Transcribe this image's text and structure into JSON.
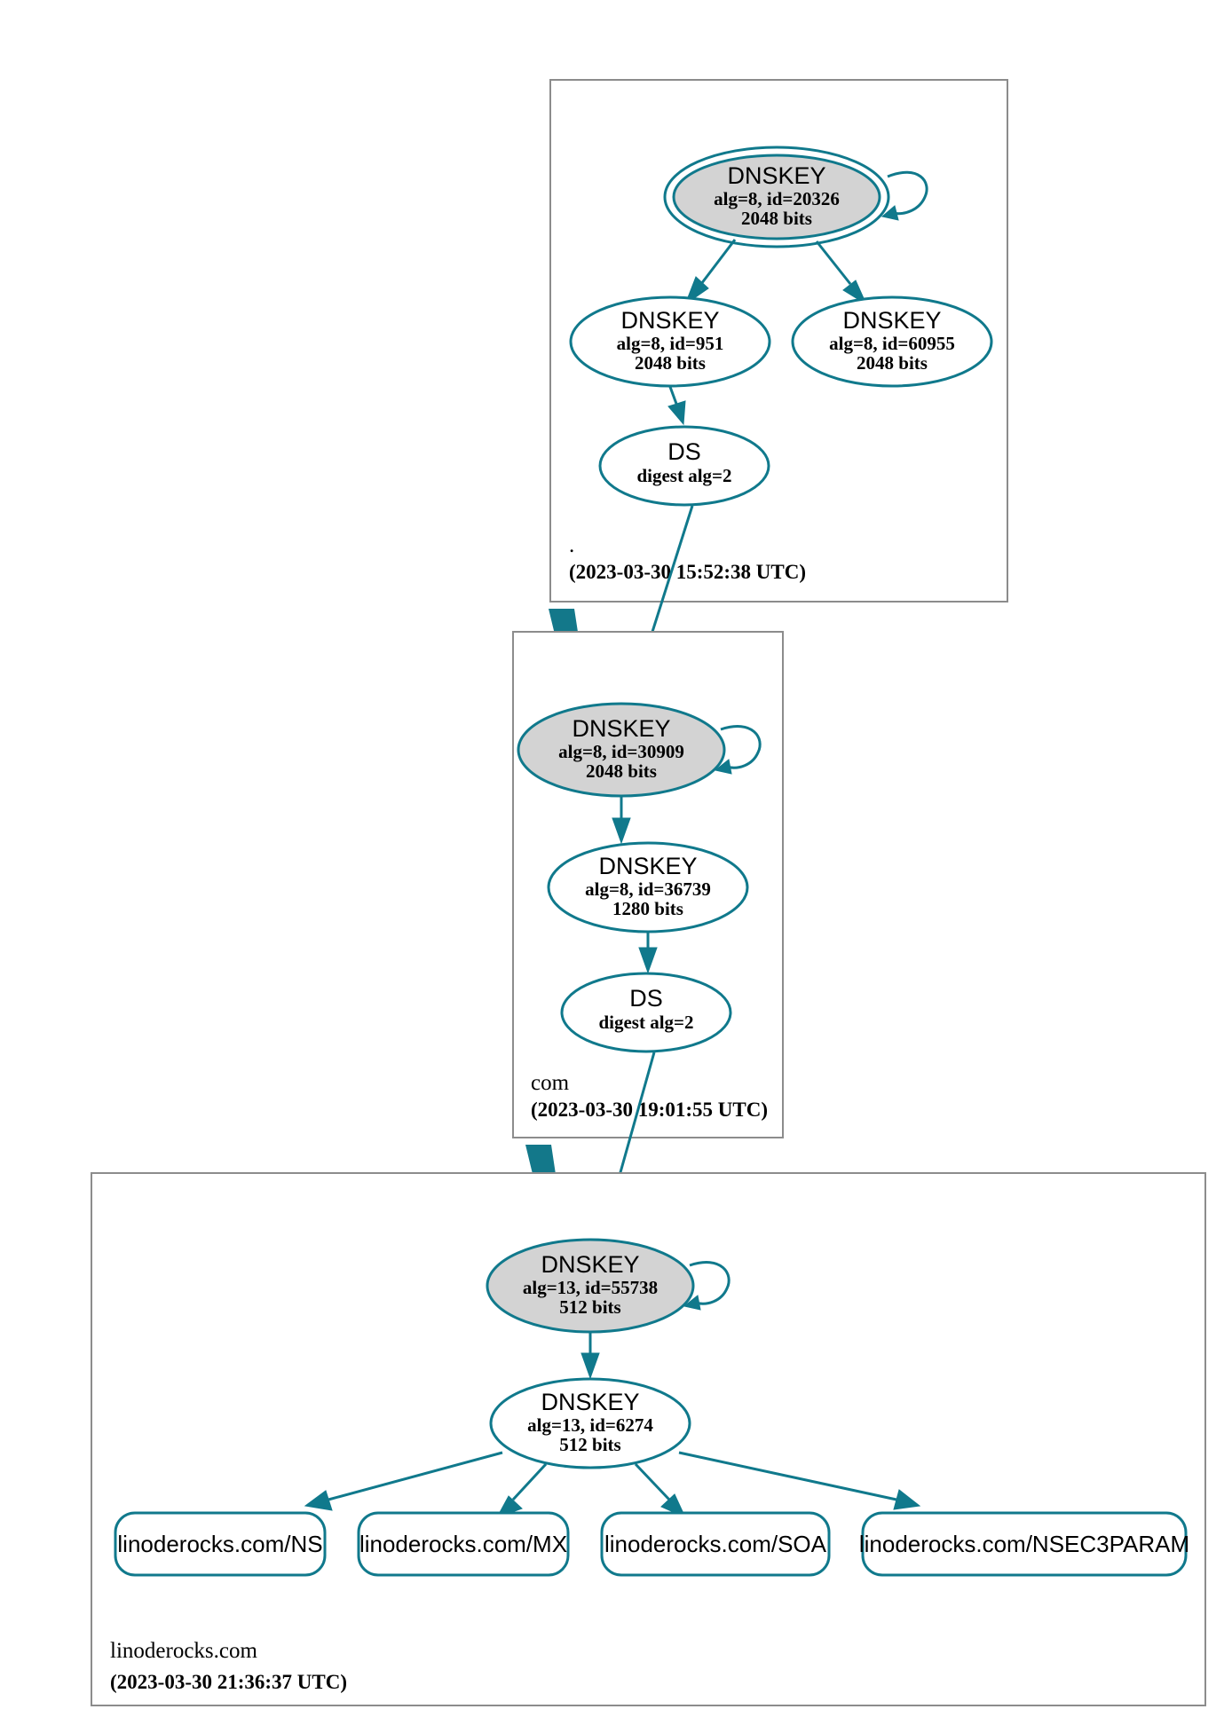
{
  "diagram": {
    "title": "DNSSEC Authentication Chain",
    "colors": {
      "edge": "#10798c",
      "node_border": "#10798c",
      "sep_fill": "#d3d3d3",
      "node_fill": "#ffffff",
      "zone_border": "#8c8c8c",
      "delegation_arrow": "#13788a",
      "text": "#000000"
    }
  },
  "zones": [
    {
      "id": "root",
      "name": ".",
      "timestamp": "(2023-03-30 15:52:38 UTC)",
      "nodes": [
        {
          "id": "root-ksk",
          "type": "DNSKEY",
          "title": "DNSKEY",
          "line2": "alg=8, id=20326",
          "line3": "2048 bits",
          "alg": 8,
          "key_id": 20326,
          "bits": 2048,
          "trust_anchor": true,
          "secure_entry_point": true,
          "self_signed": true
        },
        {
          "id": "root-zsk-951",
          "type": "DNSKEY",
          "title": "DNSKEY",
          "line2": "alg=8, id=951",
          "line3": "2048 bits",
          "alg": 8,
          "key_id": 951,
          "bits": 2048,
          "trust_anchor": false,
          "secure_entry_point": false,
          "self_signed": false
        },
        {
          "id": "root-zsk-60955",
          "type": "DNSKEY",
          "title": "DNSKEY",
          "line2": "alg=8, id=60955",
          "line3": "2048 bits",
          "alg": 8,
          "key_id": 60955,
          "bits": 2048,
          "trust_anchor": false,
          "secure_entry_point": false,
          "self_signed": false
        },
        {
          "id": "root-ds",
          "type": "DS",
          "title": "DS",
          "line2": "digest alg=2",
          "line3": "",
          "digest_alg": 2
        }
      ]
    },
    {
      "id": "com",
      "name": "com",
      "timestamp": "(2023-03-30 19:01:55 UTC)",
      "nodes": [
        {
          "id": "com-ksk",
          "type": "DNSKEY",
          "title": "DNSKEY",
          "line2": "alg=8, id=30909",
          "line3": "2048 bits",
          "alg": 8,
          "key_id": 30909,
          "bits": 2048,
          "secure_entry_point": true,
          "self_signed": true
        },
        {
          "id": "com-zsk",
          "type": "DNSKEY",
          "title": "DNSKEY",
          "line2": "alg=8, id=36739",
          "line3": "1280 bits",
          "alg": 8,
          "key_id": 36739,
          "bits": 1280,
          "secure_entry_point": false,
          "self_signed": false
        },
        {
          "id": "com-ds",
          "type": "DS",
          "title": "DS",
          "line2": "digest alg=2",
          "line3": "",
          "digest_alg": 2
        }
      ]
    },
    {
      "id": "linoderocks",
      "name": "linoderocks.com",
      "timestamp": "(2023-03-30 21:36:37 UTC)",
      "nodes": [
        {
          "id": "lr-ksk",
          "type": "DNSKEY",
          "title": "DNSKEY",
          "line2": "alg=13, id=55738",
          "line3": "512 bits",
          "alg": 13,
          "key_id": 55738,
          "bits": 512,
          "secure_entry_point": true,
          "self_signed": true
        },
        {
          "id": "lr-zsk",
          "type": "DNSKEY",
          "title": "DNSKEY",
          "line2": "alg=13, id=6274",
          "line3": "512 bits",
          "alg": 13,
          "key_id": 6274,
          "bits": 512,
          "secure_entry_point": false,
          "self_signed": false
        }
      ],
      "rrsets": [
        {
          "id": "rrset-ns",
          "label": "linoderocks.com/NS"
        },
        {
          "id": "rrset-mx",
          "label": "linoderocks.com/MX"
        },
        {
          "id": "rrset-soa",
          "label": "linoderocks.com/SOA"
        },
        {
          "id": "rrset-nsec3param",
          "label": "linoderocks.com/NSEC3PARAM"
        }
      ]
    }
  ]
}
